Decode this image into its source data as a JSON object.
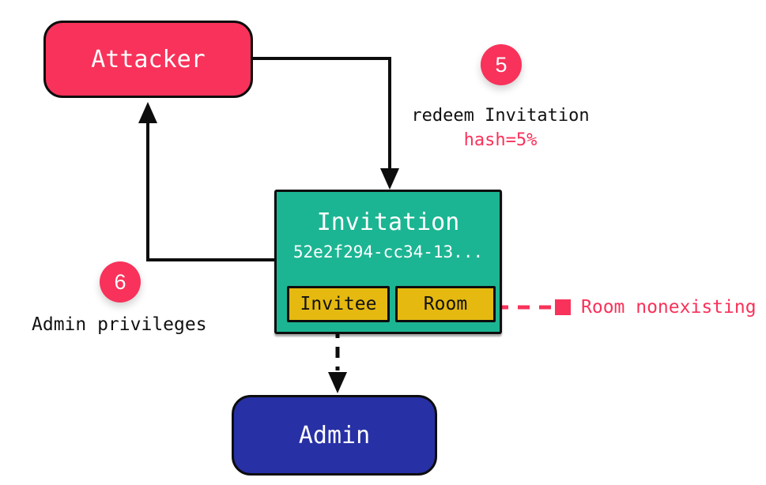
{
  "diagram": {
    "nodes": {
      "attacker": {
        "label": "Attacker"
      },
      "invitation": {
        "title": "Invitation",
        "subtitle": "52e2f294-cc34-13...",
        "fields": [
          {
            "label": "Invitee"
          },
          {
            "label": "Room"
          }
        ]
      },
      "admin": {
        "label": "Admin"
      }
    },
    "annotations": {
      "step5": {
        "badge": "5",
        "line1": "redeem Invitation",
        "line2": "hash=5%"
      },
      "step6": {
        "badge": "6",
        "label": "Admin privileges"
      },
      "room_note": {
        "label": "Room nonexisting"
      }
    },
    "edges": [
      {
        "from": "attacker",
        "to": "invitation",
        "style": "solid",
        "color": "#0d0d0d"
      },
      {
        "from": "invitation",
        "to": "attacker",
        "style": "solid",
        "color": "#0d0d0d"
      },
      {
        "from": "invitation.invitee",
        "to": "admin",
        "style": "dashed",
        "color": "#0d0d0d"
      },
      {
        "from": "invitation.room",
        "to": "room_note",
        "style": "dashed",
        "color": "#F8325A"
      }
    ],
    "colors": {
      "red": "#F8325A",
      "teal": "#1CB593",
      "yellow": "#E5B910",
      "blue": "#2730A5",
      "stroke": "#0d0d0d",
      "white": "#ffffff",
      "background": "#ffffff"
    }
  }
}
